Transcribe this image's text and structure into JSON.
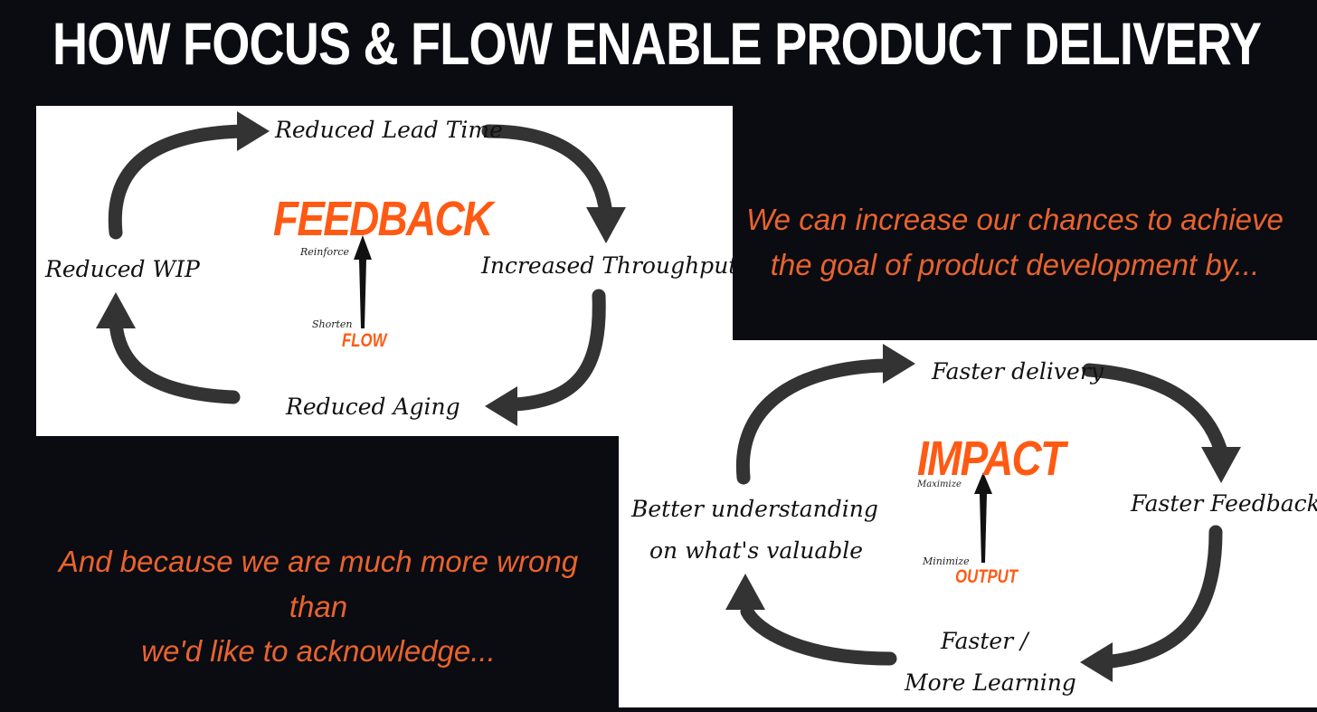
{
  "slide": {
    "title": "HOW FOCUS & FLOW ENABLE PRODUCT DELIVERY",
    "statement_top_line1": "We can increase our chances to achieve",
    "statement_top_line2": "the goal of product development by...",
    "statement_bottom_line1": "And because we are much more wrong than",
    "statement_bottom_line2": "we'd like to acknowledge...",
    "accent_color": "#ff5a14",
    "text_orange": "#e8632e"
  },
  "flow_cycle": {
    "top": "Reduced Lead Time",
    "right": "Increased Throughput",
    "bottom": "Reduced Aging",
    "left": "Reduced WIP",
    "center_big": "FEEDBACK",
    "center_small": "FLOW",
    "verb_up": "Reinforce",
    "verb_down": "Shorten"
  },
  "impact_cycle": {
    "top": "Faster delivery",
    "right": "Faster Feedback",
    "bottom_line1": "Faster /",
    "bottom_line2": "More Learning",
    "left_line1": "Better understanding",
    "left_line2": "on what's valuable",
    "center_big": "IMPACT",
    "center_small": "OUTPUT",
    "verb_up": "Maximize",
    "verb_down": "Minimize"
  }
}
